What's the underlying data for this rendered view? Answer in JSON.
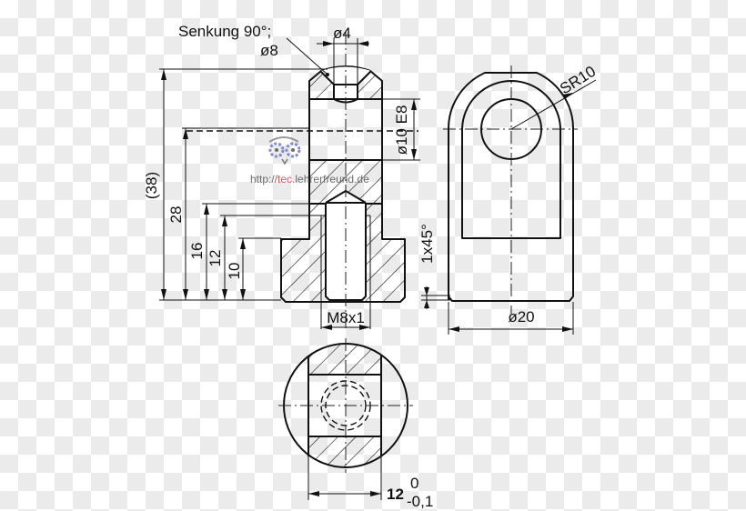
{
  "drawing": {
    "title": "Gabelkopf technical drawing",
    "annotations": {
      "countersink_label_line1": "Senkung 90°;",
      "countersink_label_line2": "ø8",
      "hole_diameter": "ø4",
      "bore_fit": "ø10 E8",
      "sphere_radius": "SR10",
      "outer_diameter": "ø20",
      "thread": "M8x1",
      "chamfer": "1x45°",
      "width_nominal": "12",
      "width_upper_tol": "0",
      "width_lower_tol": "-0,1"
    },
    "height_dimensions": [
      {
        "label": "(38)",
        "value": 38
      },
      {
        "label": "28",
        "value": 28
      },
      {
        "label": "16",
        "value": 16
      },
      {
        "label": "12",
        "value": 12
      },
      {
        "label": "10",
        "value": 10
      }
    ],
    "watermark": {
      "prefix": "http://",
      "highlight": "tec",
      "suffix": ".lehrerfreund.de"
    },
    "colors": {
      "line": "#111111",
      "checker_gray": "#ebebeb",
      "checker_white": "#ffffff",
      "watermark_red": "#d9383f",
      "watermark_blue": "#6a78c8"
    }
  }
}
